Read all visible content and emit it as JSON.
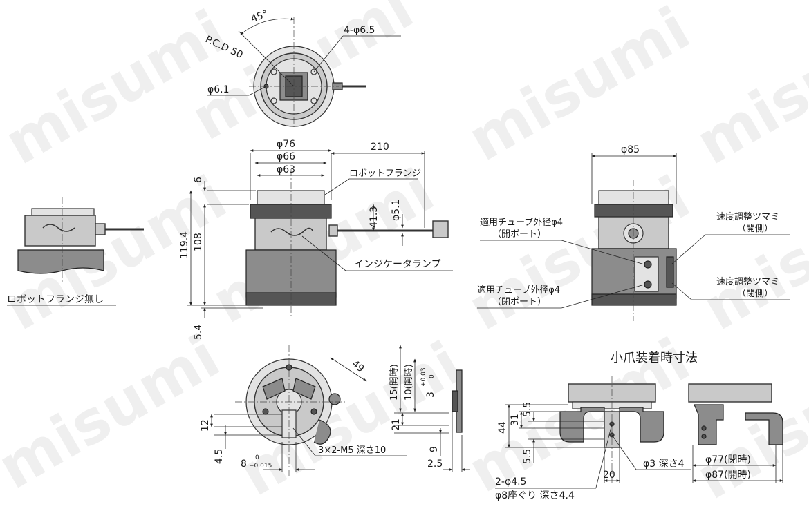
{
  "watermark": "misumi",
  "top_view": {
    "angle": "45°",
    "pcd": "P.C.D 50",
    "hole_4x": "4-φ6.5",
    "hole_center": "φ6.1"
  },
  "front_view": {
    "dia_76": "φ76",
    "dia_66": "φ66",
    "dia_63": "φ63",
    "cable_length": "210",
    "flange_thickness": "6",
    "robot_flange": "ロボットフランジ",
    "height_41_3": "41.3",
    "cable_dia": "φ5.1",
    "total_height": "119.4",
    "body_height": "108",
    "indicator_lamp": "インジケータランプ",
    "bottom_5_4": "5.4"
  },
  "left_view": {
    "caption": "ロボットフランジ無し"
  },
  "side_view": {
    "dia_85": "φ85",
    "tube_open_line1": "適用チューブ外径φ4",
    "tube_open_line2": "（開ポート）",
    "tube_close_line1": "適用チューブ外径φ4",
    "tube_close_line2": "（閉ポート）",
    "speed_open_line1": "速度調整ツマミ",
    "speed_open_line2": "（開側）",
    "speed_close_line1": "速度調整ツマミ",
    "speed_close_line2": "（閉側）"
  },
  "bottom_view": {
    "dim_49": "49",
    "stroke_15": "15(開時)",
    "stroke_10": "10(開時)",
    "dim_3": "3",
    "tol_3_upper": "+0.03",
    "tol_3_lower": "0",
    "dim_12": "12",
    "dim_4_5": "4.5",
    "dim_21": "21",
    "dim_9": "9",
    "dim_8": "8",
    "tol_8_upper": "0",
    "tol_8_lower": "−0.015",
    "thread": "3×2-M5 深さ10",
    "dim_2_5": "2.5"
  },
  "small_jaw": {
    "title": "小爪装着時寸法",
    "dim_44": "44",
    "dim_31": "31",
    "dim_5_5_top": "5.5",
    "dim_5_5_bottom": "5.5",
    "dim_20": "20",
    "hole_3": "φ3 深さ4",
    "hole_2x": "2-φ4.5",
    "counterbore": "φ8座ぐり 深さ4.4",
    "dia_77": "φ77(閉時)",
    "dia_87": "φ87(開時)"
  }
}
